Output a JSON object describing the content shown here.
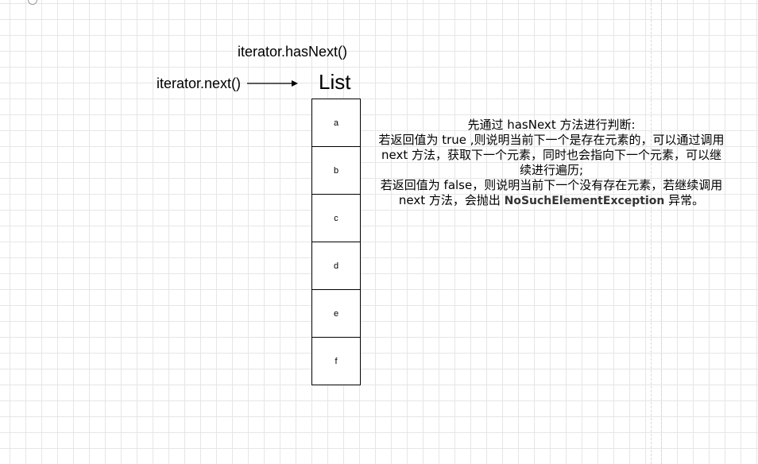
{
  "diagram": {
    "has_next_label": "iterator.hasNext()",
    "next_label": "iterator.next()",
    "list_title": "List",
    "list_items": [
      "a",
      "b",
      "c",
      "d",
      "e",
      "f"
    ]
  },
  "note": {
    "line1": "先通过 hasNext 方法进行判断:",
    "line2": "若返回值为 true ,则说明当前下一个是存在元素的，可以通过调用 next 方法，获取下一个元素，同时也会指向下一个元素，可以继续进行遍历;",
    "line3_before": "若返回值为 false，则说明当前下一个没有存在元素，若继续调用 next 方法，会抛出 ",
    "exception": "NoSuchElementException",
    "line3_after": " 异常。"
  }
}
